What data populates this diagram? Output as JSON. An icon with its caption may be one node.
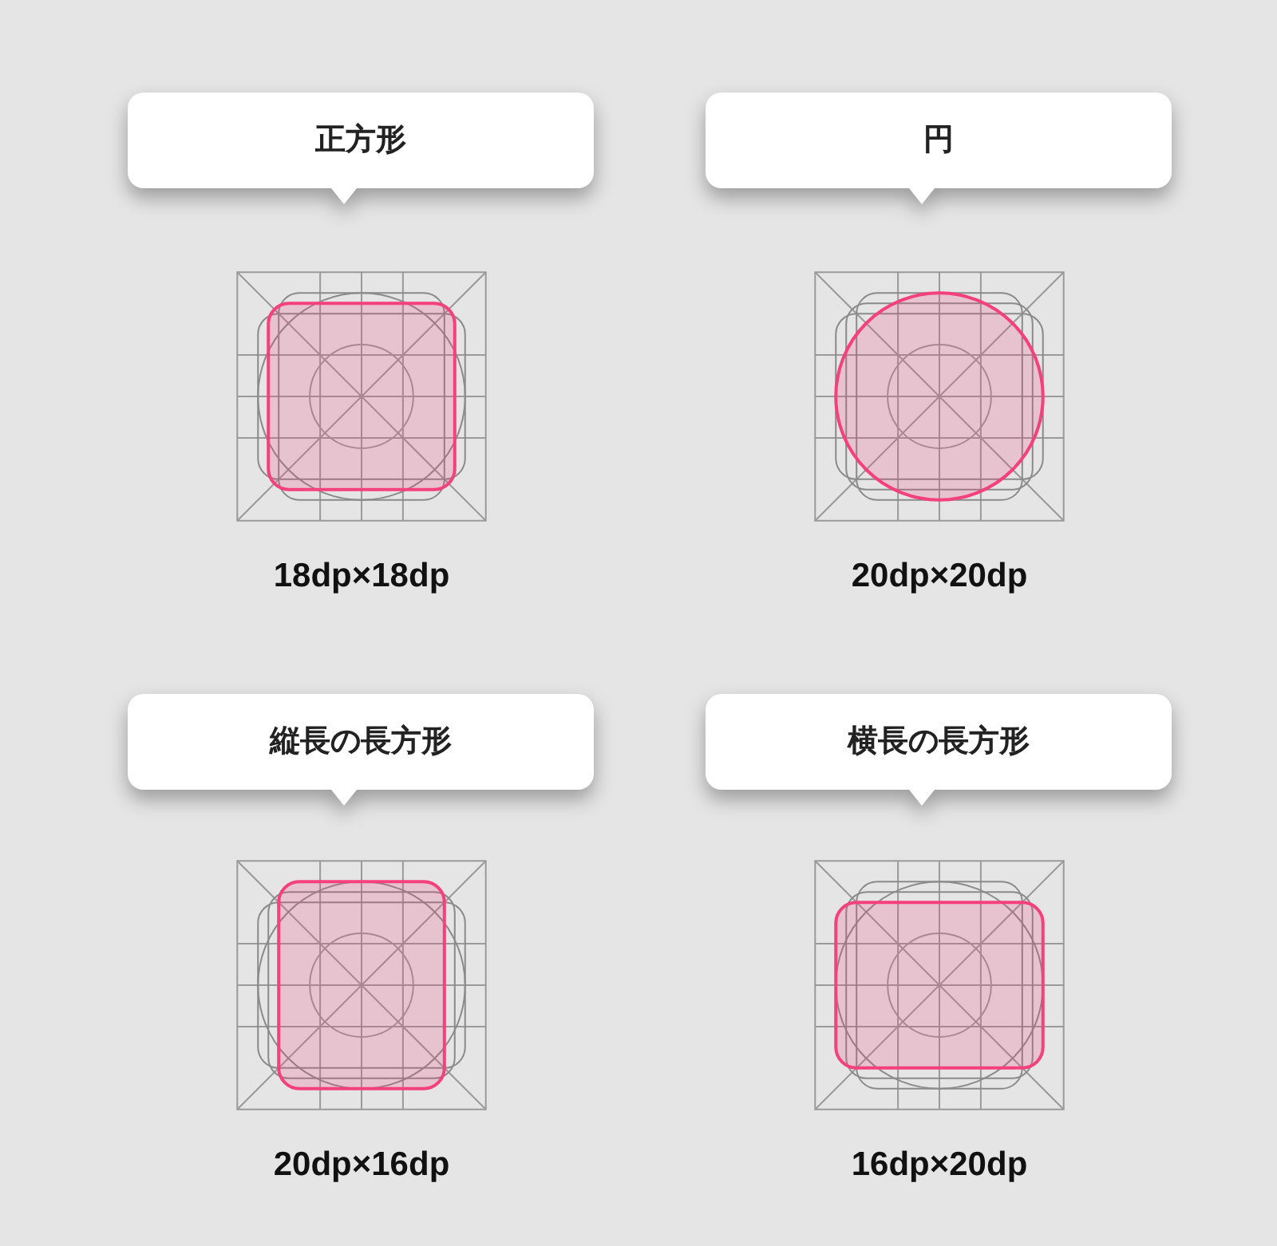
{
  "diagram": {
    "nodes": [
      {
        "text": [
          "正方形"
        ]
      },
      {
        "text": [
          "円"
        ]
      },
      {
        "text": [
          "縦長の長方形"
        ]
      },
      {
        "text": [
          "横長の長方形"
        ]
      }
    ],
    "labels": [
      "18dp×18dp",
      "20dp×20dp",
      "20dp×16dp",
      "16dp×20dp"
    ]
  }
}
